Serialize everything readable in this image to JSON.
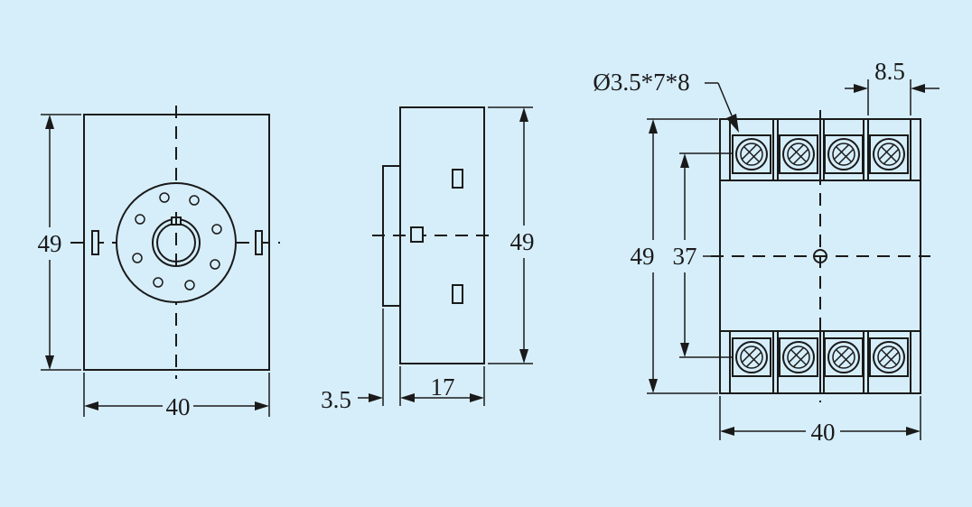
{
  "colors": {
    "background": "#d6eefa",
    "line": "#1a1a1a"
  },
  "front_view": {
    "height_label": "49",
    "width_label": "40"
  },
  "side_view": {
    "height_label": "49",
    "width_label": "17",
    "step_label": "3.5"
  },
  "terminal_view": {
    "screw_label": "Ø3.5*7*8",
    "pitch_label": "8.5",
    "height_label": "49",
    "spacing_label": "37",
    "width_label": "40",
    "screws_per_row": 4,
    "screw_icon": "screw-terminal-icon"
  }
}
